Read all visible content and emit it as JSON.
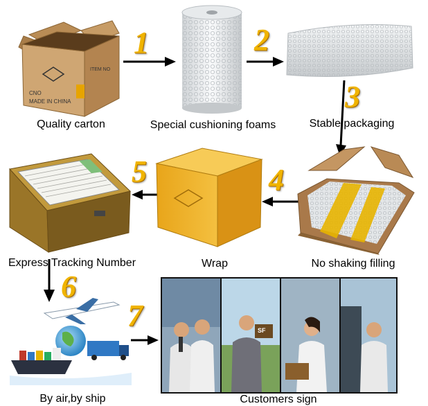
{
  "steps": [
    {
      "number": "1",
      "label": "Quality carton"
    },
    {
      "number": "2",
      "label": "Special cushioning foams"
    },
    {
      "number": "3",
      "label": "Stable packaging"
    },
    {
      "number": "4",
      "label": "No shaking filling"
    },
    {
      "number": "5",
      "label": "Wrap"
    },
    {
      "number": "6",
      "label": "Express Tracking Number"
    },
    {
      "number": "7",
      "label": "By air,by ship"
    }
  ],
  "final_label": "Customers sign",
  "carton_print": {
    "line1": "CNO",
    "line2": "MADE IN CHINA",
    "side": "ITEM NO"
  },
  "courier_badge": "SF",
  "colors": {
    "step_number": "#f0b400",
    "carton": "#c9a06a",
    "tape": "#e7b400",
    "arrow": "#000000"
  }
}
